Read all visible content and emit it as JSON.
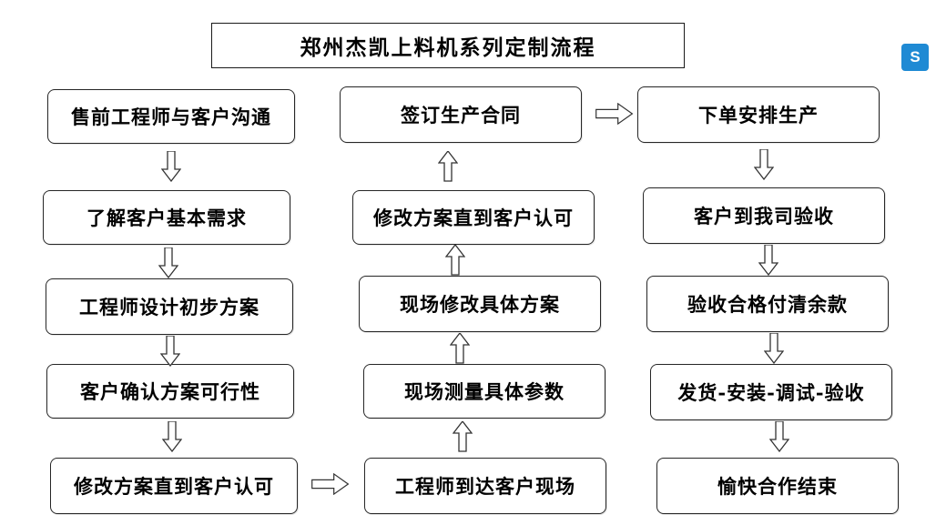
{
  "title": {
    "text": "郑州杰凯上料机系列定制流程"
  },
  "logo": {
    "glyph": "S"
  },
  "flow": {
    "columns": [
      {
        "name": "column-left",
        "nodes": [
          {
            "label": "售前工程师与客户沟通"
          },
          {
            "label": "了解客户基本需求"
          },
          {
            "label": "工程师设计初步方案"
          },
          {
            "label": "客户确认方案可行性"
          },
          {
            "label": "修改方案直到客户认可"
          }
        ]
      },
      {
        "name": "column-middle",
        "nodes": [
          {
            "label": "签订生产合同"
          },
          {
            "label": "修改方案直到客户认可"
          },
          {
            "label": "现场修改具体方案"
          },
          {
            "label": "现场测量具体参数"
          },
          {
            "label": "工程师到达客户现场"
          }
        ]
      },
      {
        "name": "column-right",
        "nodes": [
          {
            "label": "下单安排生产"
          },
          {
            "label": "客户到我司验收"
          },
          {
            "label": "验收合格付清余款"
          },
          {
            "label": "发货-安装-调试-验收"
          },
          {
            "label": "愉快合作结束"
          }
        ]
      }
    ]
  },
  "colors": {
    "node_border": "#262626",
    "background": "#ffffff",
    "text": "#000000",
    "logo_bg": "#1f8ad4"
  }
}
